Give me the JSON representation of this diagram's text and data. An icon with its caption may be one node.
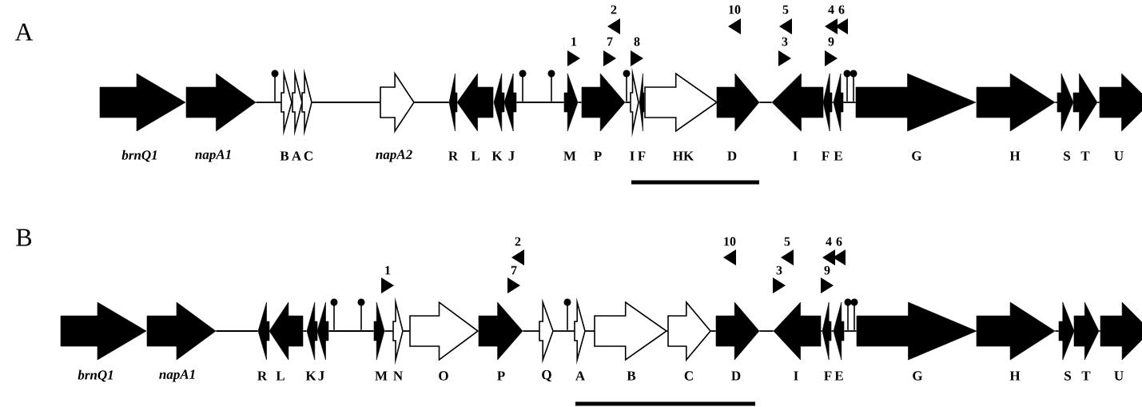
{
  "diagram": {
    "nodes": [
      {
        "text": [
          "brnQ1"
        ]
      },
      {
        "text": [
          "napA1"
        ]
      },
      {
        "text": [
          "B"
        ]
      },
      {
        "text": [
          "A"
        ]
      },
      {
        "text": [
          "C"
        ]
      },
      {
        "text": [
          "napA2"
        ]
      },
      {
        "text": [
          "R"
        ]
      },
      {
        "text": [
          "L"
        ]
      },
      {
        "text": [
          "K"
        ]
      },
      {
        "text": [
          "J"
        ]
      },
      {
        "text": [
          "M"
        ]
      },
      {
        "text": [
          "P"
        ]
      },
      {
        "text": [
          "I"
        ]
      },
      {
        "text": [
          "F"
        ]
      },
      {
        "text": [
          "HK"
        ]
      },
      {
        "text": [
          "D"
        ]
      },
      {
        "text": [
          "I"
        ]
      },
      {
        "text": [
          "F"
        ]
      },
      {
        "text": [
          "E"
        ]
      },
      {
        "text": [
          "G"
        ]
      },
      {
        "text": [
          "H"
        ]
      },
      {
        "text": [
          "S"
        ]
      },
      {
        "text": [
          "T"
        ]
      },
      {
        "text": [
          "U"
        ]
      },
      {
        "text": [
          "brnQ1"
        ]
      },
      {
        "text": [
          "napA1"
        ]
      },
      {
        "text": [
          "R"
        ]
      },
      {
        "text": [
          "L"
        ]
      },
      {
        "text": [
          "K"
        ]
      },
      {
        "text": [
          "J"
        ]
      },
      {
        "text": [
          "M"
        ]
      },
      {
        "text": [
          "N"
        ]
      },
      {
        "text": [
          "O"
        ]
      },
      {
        "text": [
          "P"
        ]
      },
      {
        "text": [
          "Q"
        ]
      },
      {
        "text": [
          "A"
        ]
      },
      {
        "text": [
          "B"
        ]
      },
      {
        "text": [
          "C"
        ]
      },
      {
        "text": [
          "D"
        ]
      },
      {
        "text": [
          "I"
        ]
      },
      {
        "text": [
          "F"
        ]
      },
      {
        "text": [
          "E"
        ]
      },
      {
        "text": [
          "G"
        ]
      },
      {
        "text": [
          "H"
        ]
      },
      {
        "text": [
          "S"
        ]
      },
      {
        "text": [
          "T"
        ]
      },
      {
        "text": [
          "U"
        ]
      }
    ],
    "edges": [],
    "labels": [
      "A",
      "2",
      "10",
      "5",
      "4",
      "6",
      "1",
      "7",
      "8",
      "3",
      "9",
      "B",
      "2",
      "10",
      "5",
      "4",
      "6",
      "1",
      "7",
      "3",
      "9"
    ]
  }
}
